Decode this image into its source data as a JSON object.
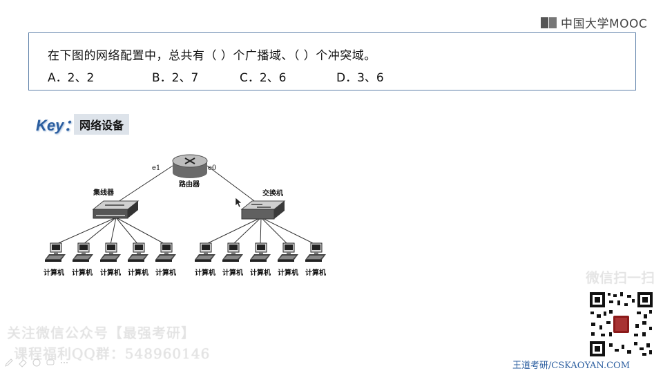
{
  "brand": {
    "name": "中国大学MOOC"
  },
  "question": {
    "text": "在下图的网络配置中，总共有（    ）个广播域、（    ）个冲突域。",
    "options": [
      "A．2、2",
      "B．2、7",
      "C．2、6",
      "D．3、6"
    ]
  },
  "key": {
    "label": "Key：",
    "tag": "网络设备"
  },
  "diagram": {
    "router_label": "路由器",
    "port_left": "e1",
    "port_right": "e0",
    "hub_label": "集线器",
    "switch_label": "交换机",
    "computer_label": "计算机"
  },
  "watermark": {
    "line1": "关注微信公众号【最强考研】",
    "line2": "课程福利QQ群：548960146",
    "scan": "微信扫一扫"
  },
  "footer": {
    "text": "王道考研/CSKAOYAN.COM"
  },
  "colors": {
    "accent": "#2a5d9f",
    "box_border": "#5c7fa8"
  },
  "icons": [
    "pen-icon",
    "eraser-icon",
    "highlighter-icon",
    "chat-icon",
    "more-icon"
  ]
}
